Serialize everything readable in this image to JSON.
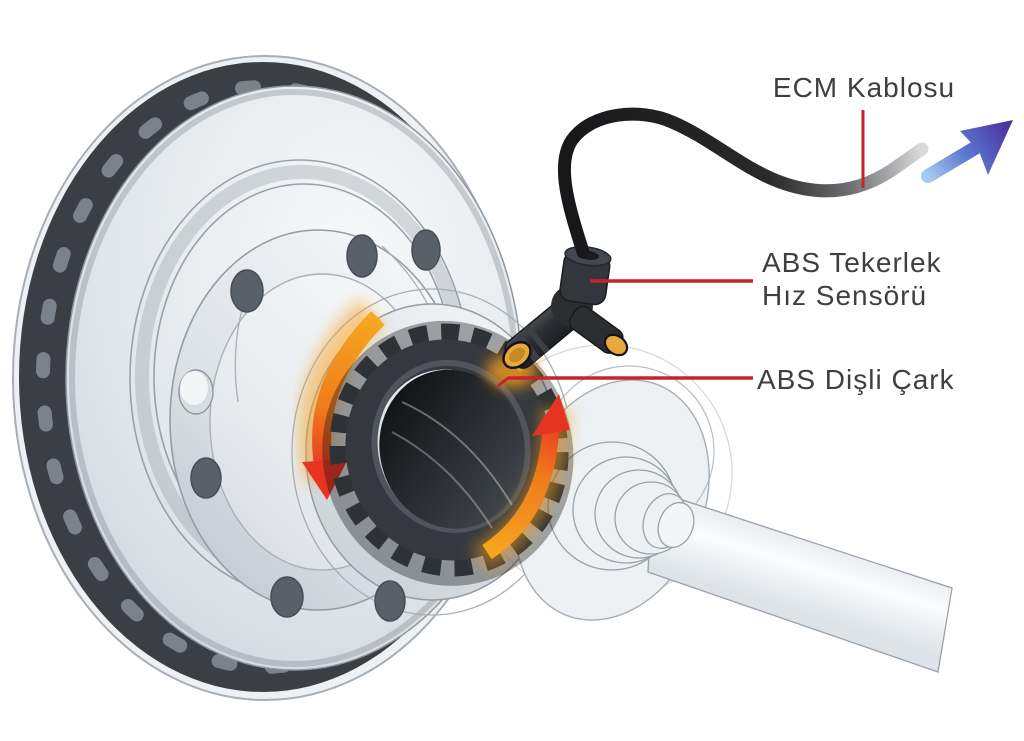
{
  "diagram": {
    "labels": {
      "ecm_cable": "ECM Kablosu",
      "wheel_speed_sensor": [
        "ABS Tekerlek",
        "Hız Sensörü"
      ],
      "tone_ring": "ABS Dişli Çark"
    },
    "colors": {
      "leader_line_red": "#c8232b",
      "rotation_arrow_orange": "#f6a71e",
      "rotation_arrow_red": "#e63322",
      "ecm_arrow_blue": "#4b31a0",
      "sensor_tip_amber": "#e8a93c",
      "label_text": "#3f3f42"
    }
  }
}
